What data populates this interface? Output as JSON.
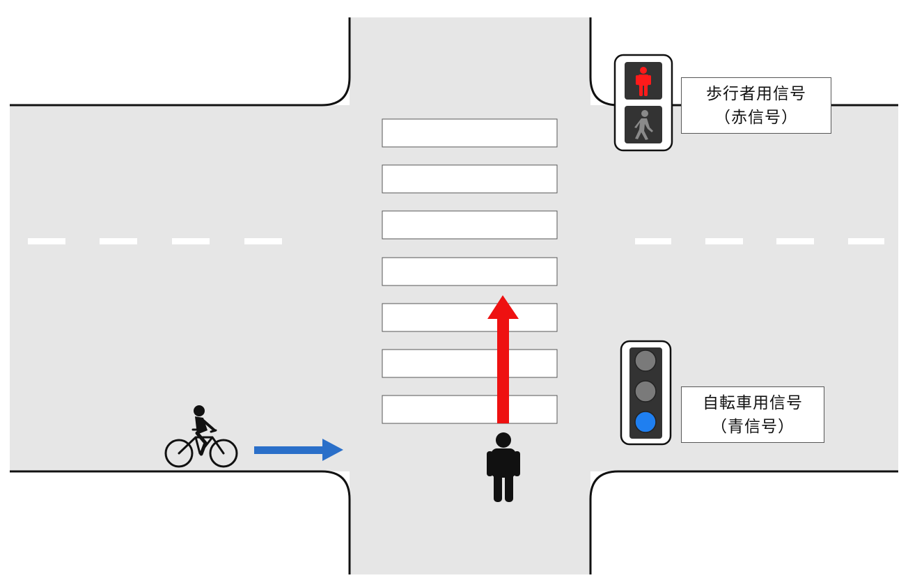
{
  "pedestrian_signal": {
    "label_line1": "歩行者用信号",
    "label_line2": "（赤信号）",
    "state": "red",
    "colors": {
      "lit": "#ff1a1a",
      "unlit": "#8a8a8a",
      "housing": "#333333"
    }
  },
  "bicycle_signal": {
    "label_line1": "自転車用信号",
    "label_line2": "（青信号）",
    "state": "blue",
    "colors": {
      "lit": "#1f7ff0",
      "unlit": "#7a7a7a",
      "housing": "#333333"
    }
  },
  "arrows": {
    "pedestrian_direction": {
      "color": "#ee1111",
      "direction": "up"
    },
    "bicycle_direction": {
      "color": "#2a6fc9",
      "direction": "right"
    }
  },
  "colors": {
    "road": "#e6e6e6",
    "curb": "#111111",
    "crosswalk_stripe": "#ffffff",
    "lane_marking": "#ffffff"
  }
}
